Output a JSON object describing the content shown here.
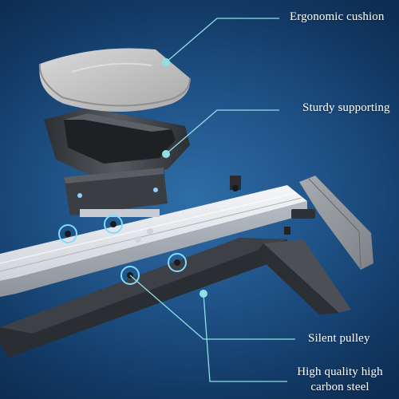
{
  "callouts": [
    {
      "text": "Ergonomic cushion"
    },
    {
      "text": "Sturdy supporting"
    },
    {
      "text": "Silent pulley"
    },
    {
      "text": "High quality high carbon steel"
    }
  ],
  "colors": {
    "background": "#1f5287",
    "callout_line": "#8fe0e6",
    "rail": "#dfe3e8",
    "seat": "#bcbcbc",
    "frame_dark": "#3a3d42"
  }
}
